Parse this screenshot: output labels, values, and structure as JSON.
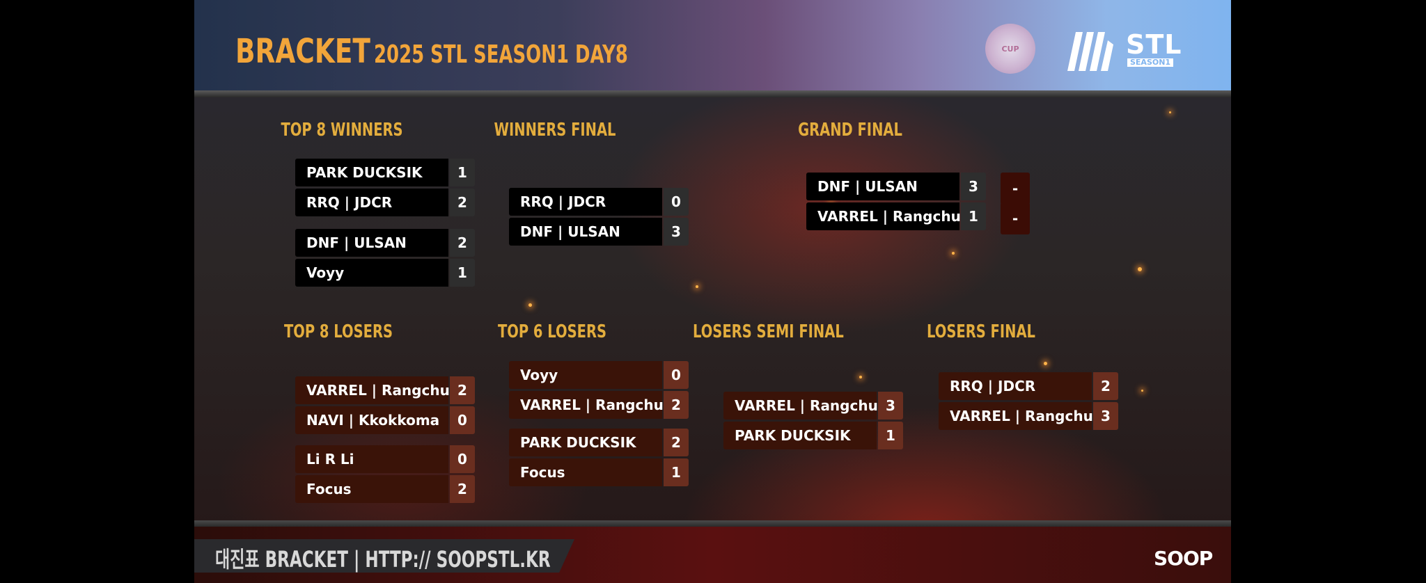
{
  "header": {
    "title": "BRACKET",
    "subtitle": "2025 STL SEASON1 DAY8",
    "brand": "STL",
    "brand_season": "SEASON1",
    "cup_logo_text": "CUP"
  },
  "sections": {
    "top8_winners": "TOP 8 WINNERS",
    "winners_final": "WINNERS FINAL",
    "grand_final": "GRAND FINAL",
    "top8_losers": "TOP 8 LOSERS",
    "top6_losers": "TOP 6 LOSERS",
    "losers_semi": "LOSERS SEMI FINAL",
    "losers_final": "LOSERS FINAL"
  },
  "matches": {
    "tw1": [
      {
        "name": "PARK DUCKSIK",
        "score": "1"
      },
      {
        "name": "RRQ | JDCR",
        "score": "2"
      }
    ],
    "tw2": [
      {
        "name": "DNF | ULSAN",
        "score": "2"
      },
      {
        "name": "Voyy",
        "score": "1"
      }
    ],
    "wf": [
      {
        "name": "RRQ | JDCR",
        "score": "0"
      },
      {
        "name": "DNF | ULSAN",
        "score": "3"
      }
    ],
    "gf": [
      {
        "name": "DNF | ULSAN",
        "score": "3",
        "extra": "-"
      },
      {
        "name": "VARREL | Rangchu",
        "score": "1",
        "extra": "-"
      }
    ],
    "tl1": [
      {
        "name": "VARREL | Rangchu",
        "score": "2"
      },
      {
        "name": "NAVI | Kkokkoma",
        "score": "0"
      }
    ],
    "tl2": [
      {
        "name": "Li R Li",
        "score": "0"
      },
      {
        "name": "Focus",
        "score": "2"
      }
    ],
    "t6l1": [
      {
        "name": "Voyy",
        "score": "0"
      },
      {
        "name": "VARREL | Rangchu",
        "score": "2"
      }
    ],
    "t6l2": [
      {
        "name": "PARK DUCKSIK",
        "score": "2"
      },
      {
        "name": "Focus",
        "score": "1"
      }
    ],
    "lsf": [
      {
        "name": "VARREL | Rangchu",
        "score": "3"
      },
      {
        "name": "PARK DUCKSIK",
        "score": "1"
      }
    ],
    "lf": [
      {
        "name": "RRQ | JDCR",
        "score": "2"
      },
      {
        "name": "VARREL | Rangchu",
        "score": "3"
      }
    ]
  },
  "footer": {
    "text": "대진표  BRACKET  |  HTTP:// SOOPSTL.KR",
    "logo": "SOOP"
  },
  "colors": {
    "accent": "#f2a53a",
    "section_title": "#e3ad3d",
    "winners_row": "#000000",
    "losers_row": "#3a1308",
    "losers_score": "#6a2e1f"
  }
}
